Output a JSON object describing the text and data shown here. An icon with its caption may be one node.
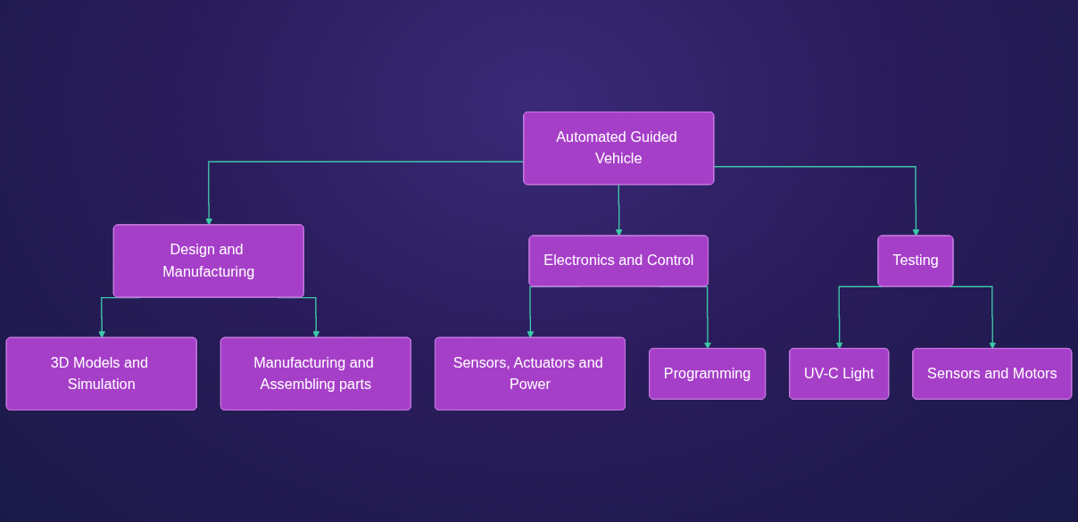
{
  "diagram": {
    "nodes": [
      {
        "text": [
          "Automated Guided Vehicle"
        ]
      },
      {
        "text": [
          "Design and Manufacturing"
        ]
      },
      {
        "text": [
          "Electronics and Control"
        ]
      },
      {
        "text": [
          "Testing"
        ]
      },
      {
        "text": [
          "3D Models and Simulation"
        ]
      },
      {
        "text": [
          "Manufacturing and Assembling parts"
        ]
      },
      {
        "text": [
          "Sensors, Actuators and Power"
        ]
      },
      {
        "text": [
          "Programming"
        ]
      },
      {
        "text": [
          "UV-C Light"
        ]
      },
      {
        "text": [
          "Sensors and Motors"
        ]
      }
    ],
    "edges": [
      {
        "from": 0,
        "to": 1,
        "arrow": "to"
      },
      {
        "from": 0,
        "to": 2,
        "arrow": "to"
      },
      {
        "from": 0,
        "to": 3,
        "arrow": "to"
      },
      {
        "from": 1,
        "to": 4,
        "arrow": "to"
      },
      {
        "from": 1,
        "to": 5,
        "arrow": "to"
      },
      {
        "from": 2,
        "to": 6,
        "arrow": "to"
      },
      {
        "from": 2,
        "to": 7,
        "arrow": "to"
      },
      {
        "from": 3,
        "to": 8,
        "arrow": "to"
      },
      {
        "from": 3,
        "to": 9,
        "arrow": "to"
      }
    ]
  }
}
